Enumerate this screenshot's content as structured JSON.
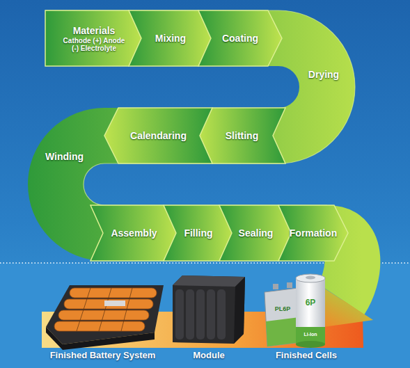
{
  "diagram": {
    "nodes": [
      {
        "text": [
          "Materials",
          "Cathode (+) Anode (-) Electrolyte"
        ]
      },
      {
        "text": [
          "Mixing"
        ]
      },
      {
        "text": [
          "Coating"
        ]
      },
      {
        "text": [
          "Drying"
        ]
      },
      {
        "text": [
          "Slitting"
        ]
      },
      {
        "text": [
          "Calendaring"
        ]
      },
      {
        "text": [
          "Winding"
        ]
      },
      {
        "text": [
          "Assembly"
        ]
      },
      {
        "text": [
          "Filling"
        ]
      },
      {
        "text": [
          "Sealing"
        ]
      },
      {
        "text": [
          "Formation"
        ]
      }
    ],
    "labels": [
      "Finished Battery System",
      "Module",
      "Finished Cells",
      "PL6P",
      "6P",
      "Li-Ion"
    ]
  }
}
